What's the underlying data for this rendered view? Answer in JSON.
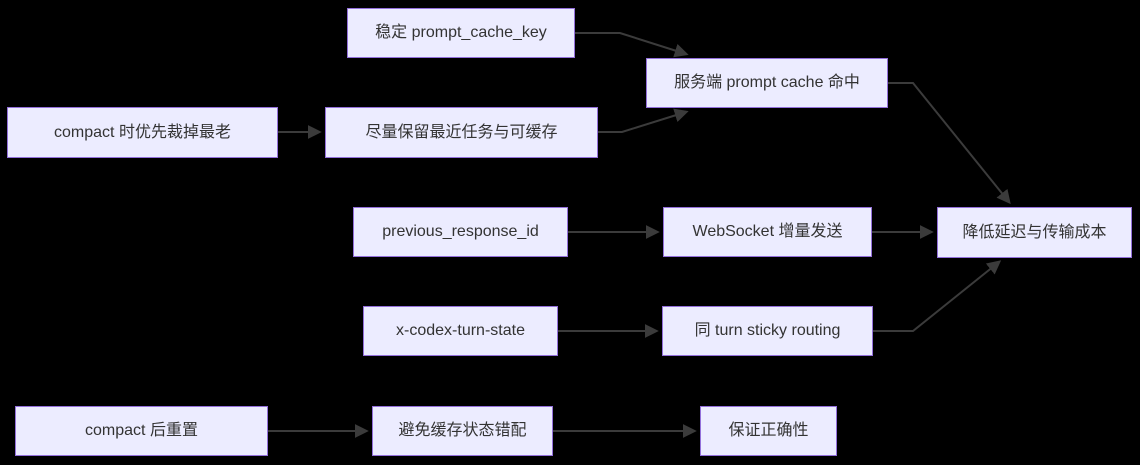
{
  "diagram": {
    "type": "flowchart",
    "direction": "left-to-right",
    "background_color": "#000000",
    "node_fill_color": "#ECECFF",
    "node_border_color": "#9370DB",
    "node_text_color": "#333333",
    "edge_color": "#3b3b3b",
    "nodes": {
      "stable_key": {
        "label": "稳定 prompt_cache_key"
      },
      "server_cache_hit": {
        "label": "服务端 prompt cache 命中"
      },
      "compact_trim_oldest": {
        "label": "compact 时优先裁掉最老"
      },
      "keep_recent_cacheable": {
        "label": "尽量保留最近任务与可缓存"
      },
      "previous_response_id": {
        "label": "previous_response_id"
      },
      "websocket_incremental": {
        "label": "WebSocket 增量发送"
      },
      "lower_latency_cost": {
        "label": "降低延迟与传输成本"
      },
      "x_codex_turn_state": {
        "label": "x-codex-turn-state"
      },
      "turn_sticky_routing": {
        "label": "同 turn sticky routing"
      },
      "compact_reset": {
        "label": "compact 后重置"
      },
      "avoid_cache_mismatch": {
        "label": "避免缓存状态错配"
      },
      "ensure_correctness": {
        "label": "保证正确性"
      }
    },
    "edges": [
      {
        "from": "稳定 prompt_cache_key",
        "to": "服务端 prompt cache 命中"
      },
      {
        "from": "compact 时优先裁掉最老",
        "to": "尽量保留最近任务与可缓存"
      },
      {
        "from": "尽量保留最近任务与可缓存",
        "to": "服务端 prompt cache 命中"
      },
      {
        "from": "服务端 prompt cache 命中",
        "to": "降低延迟与传输成本"
      },
      {
        "from": "previous_response_id",
        "to": "WebSocket 增量发送"
      },
      {
        "from": "WebSocket 增量发送",
        "to": "降低延迟与传输成本"
      },
      {
        "from": "x-codex-turn-state",
        "to": "同 turn sticky routing"
      },
      {
        "from": "同 turn sticky routing",
        "to": "降低延迟与传输成本"
      },
      {
        "from": "compact 后重置",
        "to": "避免缓存状态错配"
      },
      {
        "from": "避免缓存状态错配",
        "to": "保证正确性"
      }
    ]
  }
}
